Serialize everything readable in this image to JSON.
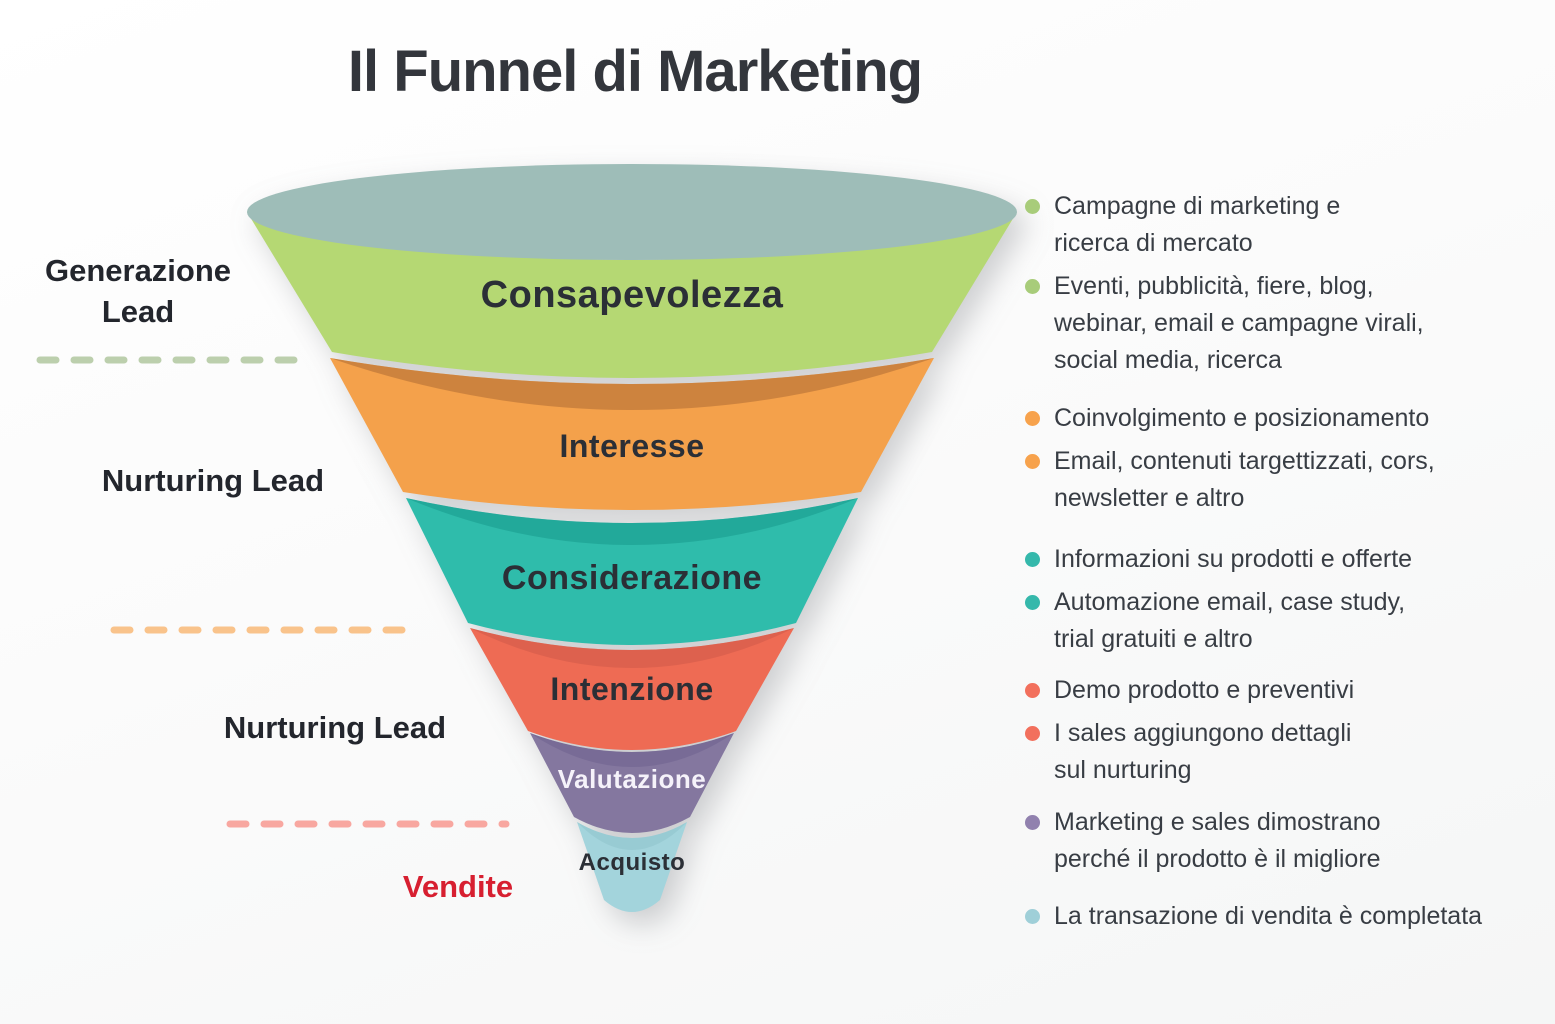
{
  "title": "Il Funnel di Marketing",
  "funnel": {
    "mouth_color": "#9ebdb8",
    "layers": [
      {
        "label": "Consapevolezza",
        "color": "#b5d873",
        "lip_color": "#9cc05e",
        "text_color": "#2b2f36"
      },
      {
        "label": "Interesse",
        "color": "#f4a14b",
        "lip_color": "#c07a3a",
        "text_color": "#2b2f36"
      },
      {
        "label": "Considerazione",
        "color": "#2fbcab",
        "lip_color": "#17998d",
        "text_color": "#2b2f36"
      },
      {
        "label": "Intenzione",
        "color": "#ee6b54",
        "lip_color": "#cc5847",
        "text_color": "#2b2f36"
      },
      {
        "label": "Valutazione",
        "color": "#84779f",
        "lip_color": "#6b5f8d",
        "text_color": "#f5f2fa"
      },
      {
        "label": "Acquisto",
        "color": "#a3d4dc",
        "lip_color": "#8ec2ca",
        "text_color": "#2b2f36"
      }
    ]
  },
  "left_annotations": {
    "generazione_lead": {
      "line1": "Generazione",
      "line2": "Lead",
      "color": "#23262d"
    },
    "nurturing_lead_1": {
      "label": "Nurturing Lead",
      "color": "#23262d"
    },
    "nurturing_lead_2": {
      "label": "Nurturing Lead",
      "color": "#23262d"
    },
    "vendite": {
      "label": "Vendite",
      "color": "#d71f30"
    },
    "dashes": {
      "green": "#bccfad",
      "orange": "#f9c38b",
      "red": "#f8a7a0"
    }
  },
  "bullet_groups": [
    {
      "dot_color": "#a8cc7a",
      "items": [
        {
          "lines": [
            "Campagne di marketing e",
            "ricerca di mercato"
          ]
        },
        {
          "lines": [
            "Eventi, pubblicità, fiere, blog,",
            "webinar, email e campagne virali,",
            "social media, ricerca"
          ]
        }
      ]
    },
    {
      "dot_color": "#f7a24c",
      "items": [
        {
          "lines": [
            "Coinvolgimento e posizionamento"
          ]
        },
        {
          "lines": [
            "Email, contenuti targettizzati, cors,",
            "newsletter e altro"
          ]
        }
      ]
    },
    {
      "dot_color": "#35b8ab",
      "items": [
        {
          "lines": [
            "Informazioni su prodotti e offerte"
          ]
        },
        {
          "lines": [
            "Automazione email, case study,",
            "trial gratuiti e altro"
          ]
        }
      ]
    },
    {
      "dot_color": "#f2705d",
      "items": [
        {
          "lines": [
            "Demo prodotto e preventivi"
          ]
        },
        {
          "lines": [
            "I sales aggiungono dettagli",
            "sul nurturing"
          ]
        }
      ]
    },
    {
      "dot_color": "#9181ae",
      "items": [
        {
          "lines": [
            "Marketing e sales dimostrano",
            "perché il prodotto è il migliore"
          ]
        }
      ]
    },
    {
      "dot_color": "#9fcfd8",
      "items": [
        {
          "lines": [
            "La transazione di vendita è completata"
          ]
        }
      ]
    }
  ]
}
